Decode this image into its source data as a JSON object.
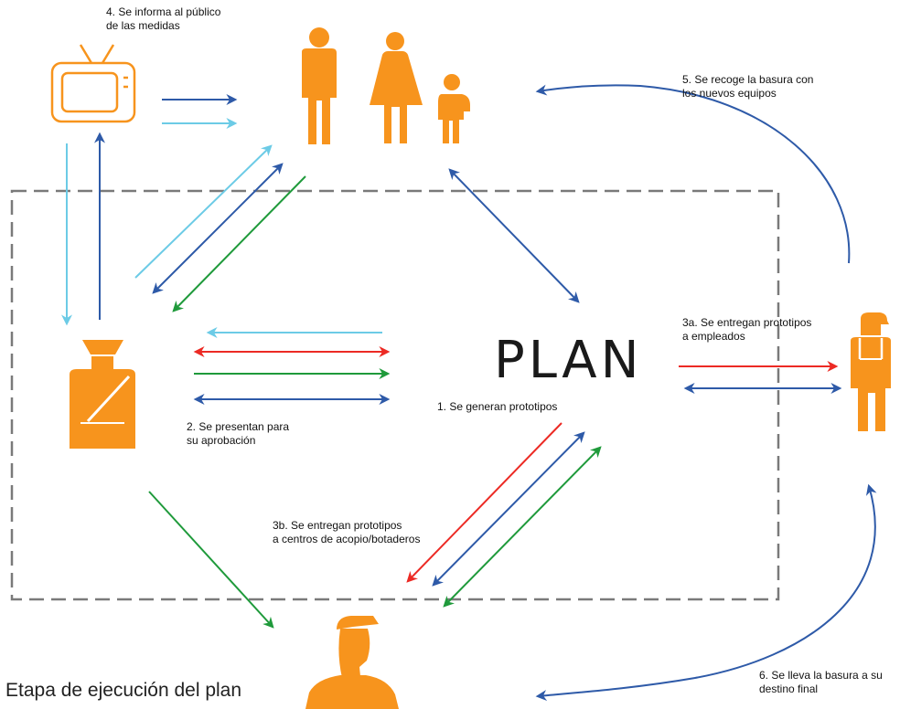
{
  "title": "Etapa de ejecución del plan",
  "center_label": "PLAN",
  "steps": {
    "s1": "1. Se generan prototipos",
    "s2": "2. Se presentan para\nsu aprobación",
    "s3a": "3a. Se entregan prototipos\na empleados",
    "s3b": "3b. Se entregan prototipos\na centros de acopio/botaderos",
    "s4": "4. Se informa al público\nde las medidas",
    "s5": "5. Se recoge la basura con\nlos nuevos equipos",
    "s6": "6. Se lleva la basura a su\ndestino final"
  },
  "actors": [
    "tv-icon",
    "family-icon",
    "official-icon",
    "worker-icon",
    "collector-icon"
  ],
  "colors": {
    "orange": "#f7941d",
    "dark_blue": "#2e5aa8",
    "light_blue": "#6ccbe6",
    "red": "#ec2a24",
    "green": "#1f9a3b",
    "dash": "#7a7a7a"
  }
}
